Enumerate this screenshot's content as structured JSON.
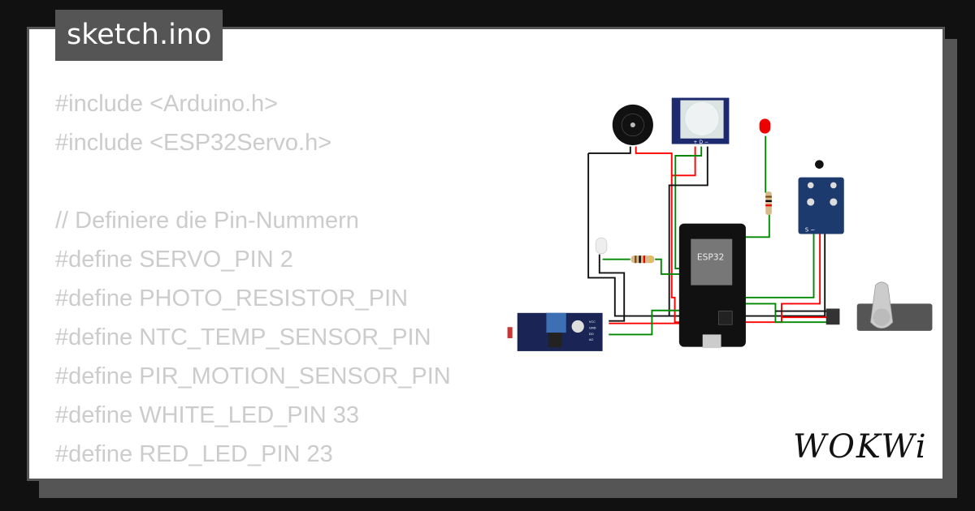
{
  "title": "sketch.ino",
  "code_lines": [
    "#include <Arduino.h>",
    "#include <ESP32Servo.h>",
    "",
    "// Definiere die Pin-Nummern",
    "#define SERVO_PIN 2",
    "#define PHOTO_RESISTOR_PIN",
    "#define NTC_TEMP_SENSOR_PIN",
    "#define PIR_MOTION_SENSOR_PIN",
    "#define WHITE_LED_PIN 33",
    "#define RED_LED_PIN 23"
  ],
  "board_label": "ESP32",
  "pir_pins": "+ D −",
  "ntc_pins": "S   −",
  "ldr_pins": [
    "VCC",
    "GND",
    "DO",
    "AO"
  ],
  "logo": "WOKWi",
  "colors": {
    "wire_red": "#ff0000",
    "wire_green": "#008800",
    "wire_black": "#111111",
    "panel_border": "#555555"
  }
}
